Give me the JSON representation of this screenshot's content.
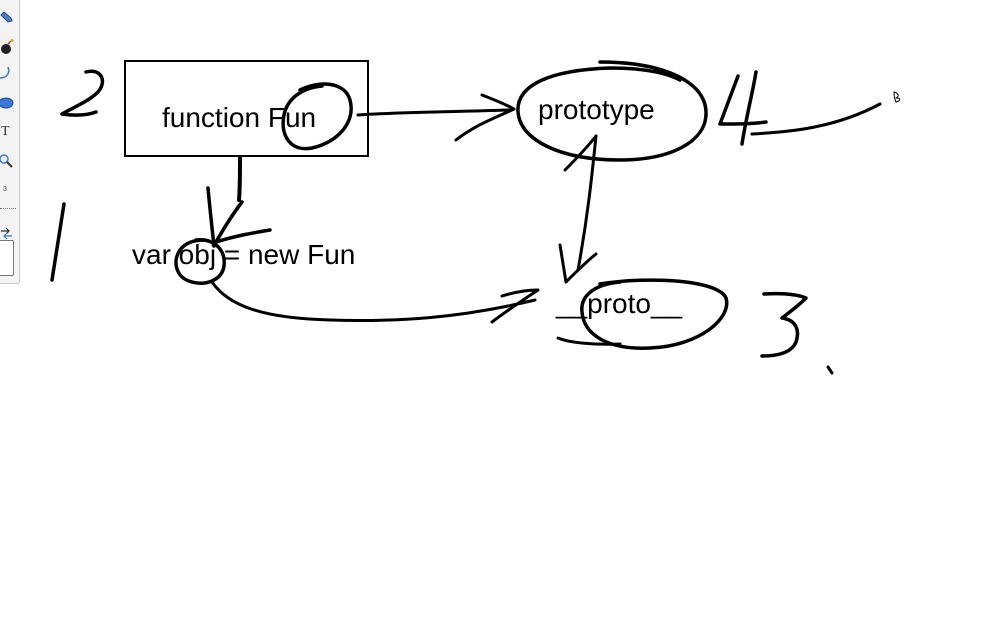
{
  "toolbar": {
    "tools": [
      {
        "name": "pencil-icon"
      },
      {
        "name": "bomb-icon"
      },
      {
        "name": "curve-icon"
      },
      {
        "name": "ellipse-icon"
      },
      {
        "name": "text-tool",
        "glyph": "T"
      },
      {
        "name": "zoom-icon"
      },
      {
        "name": "brush-size",
        "value": "3"
      },
      {
        "name": "swap-colors-icon"
      }
    ]
  },
  "diagram": {
    "function_label": "function Fun",
    "prototype_label": "prototype",
    "instance_label": "var obj = new Fun",
    "proto_label": "__proto__"
  },
  "colors": {
    "ink": "#000000",
    "canvas": "#ffffff",
    "toolbar": "#f3f3f3",
    "ellipse_tool": "#3b78d8",
    "pencil_tool": "#4a80c8"
  }
}
